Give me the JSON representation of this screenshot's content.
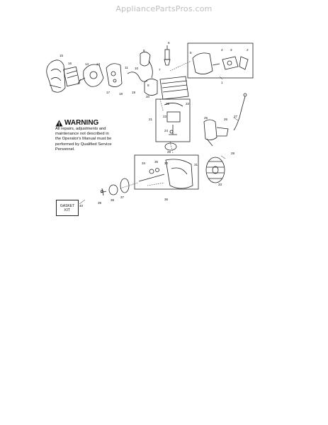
{
  "site": {
    "title": "AppliancePartsPros.com"
  },
  "warning": {
    "title": "WARNING",
    "lines": [
      "All repairs, adjustments and",
      "maintenance not described in",
      "the Operator's Manual must be",
      "performed by Qualified Service",
      "Personnel."
    ]
  },
  "gasket_kit": {
    "line1": "GASKET",
    "line2": "KIT"
  },
  "callouts": {
    "n1": "1",
    "n2": "2",
    "n3": "3",
    "n4": "4",
    "n5": "5",
    "n6": "6",
    "n7": "7",
    "n8": "8",
    "n9": "9",
    "n10": "10",
    "n11": "11",
    "n13": "13",
    "n14": "14",
    "n15": "15",
    "n16": "16",
    "n17": "17",
    "n18": "18",
    "n19": "19",
    "n20": "20",
    "n21": "21",
    "n22": "22",
    "n23": "23",
    "n24": "24",
    "n25": "25",
    "n26": "26",
    "n27": "27",
    "n28": "28",
    "n29": "29",
    "n30": "30",
    "n31": "31",
    "n33": "33",
    "n34": "34",
    "n35": "35",
    "n36": "36",
    "n37": "37",
    "n38": "38",
    "n39": "39",
    "n40": "40"
  }
}
